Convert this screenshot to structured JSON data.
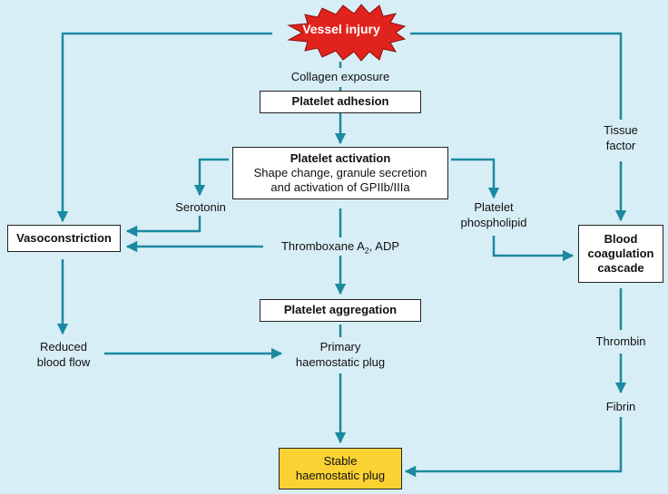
{
  "colors": {
    "background": "#d8eef6",
    "arrow": "#1a8aa0",
    "burst": "#e1231d",
    "stable_fill": "#fbd233"
  },
  "diagram": {
    "vessel_injury": "Vessel injury",
    "collagen_exposure": "Collagen exposure",
    "platelet_adhesion": "Platelet adhesion",
    "platelet_activation": {
      "title": "Platelet activation",
      "line1": "Shape change, granule secretion",
      "line2": "and activation of GPIIb/IIIa"
    },
    "serotonin": "Serotonin",
    "thromboxane": {
      "prefix": "Thromboxane A",
      "sub": "2",
      "suffix": ", ADP"
    },
    "platelet_phospholipid": {
      "line1": "Platelet",
      "line2": "phospholipid"
    },
    "tissue_factor": {
      "line1": "Tissue",
      "line2": "factor"
    },
    "vasoconstriction": "Vasoconstriction",
    "blood_coagulation_cascade": {
      "line1": "Blood",
      "line2": "coagulation",
      "line3": "cascade"
    },
    "platelet_aggregation": "Platelet aggregation",
    "reduced_blood_flow": {
      "line1": "Reduced",
      "line2": "blood flow"
    },
    "primary_plug": {
      "line1": "Primary",
      "line2": "haemostatic plug"
    },
    "thrombin": "Thrombin",
    "fibrin": "Fibrin",
    "stable_plug": {
      "line1": "Stable",
      "line2": "haemostatic plug"
    }
  }
}
